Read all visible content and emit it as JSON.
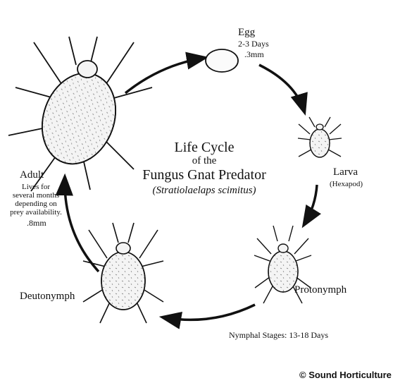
{
  "title": {
    "line1": "Life Cycle",
    "line2": "of the",
    "line3": "Fungus Gnat Predator",
    "scientific_name": "(Stratiolaelaps scimitus)"
  },
  "stages": {
    "egg": {
      "label": "Egg",
      "duration": "2-3 Days",
      "size": ".3mm"
    },
    "larva": {
      "label": "Larva",
      "note": "(Hexapod)"
    },
    "protonymph": {
      "label": "Protonymph"
    },
    "nymphal_note": "Nymphal Stages: 13-18 Days",
    "deutonymph": {
      "label": "Deutonymph"
    },
    "adult": {
      "label": "Adult",
      "note_lines": [
        "Lives for",
        "several months",
        "depending on",
        "prey availability."
      ],
      "size": ".8mm"
    }
  },
  "copyright": "© Sound Horticulture",
  "colors": {
    "ink": "#111111",
    "body_fill": "#f4f4f4",
    "background": "#ffffff"
  }
}
